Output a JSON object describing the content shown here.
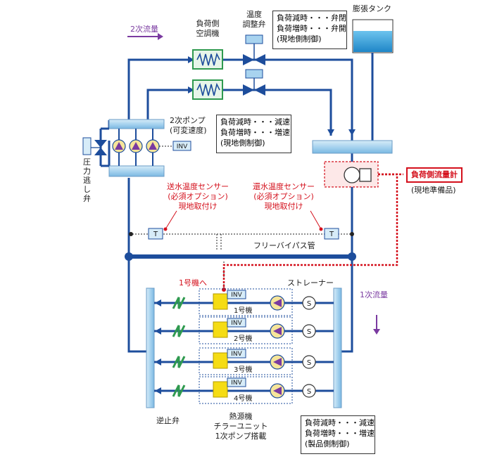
{
  "labels": {
    "expansion_tank": "膨張タンク",
    "ahu": [
      "負荷側",
      "空調機"
    ],
    "temp_valve": [
      "温度",
      "調整弁"
    ],
    "secondary_flow": "2次流量",
    "primary_flow": "1次流量",
    "secondary_pump": [
      "2次ポンプ",
      "(可変速度)"
    ],
    "inv": "INV",
    "relief_valve": "圧力逃し弁",
    "supply_sensor": [
      "送水温度センサー",
      "(必須オプション)",
      "現地取付け"
    ],
    "return_sensor": [
      "還水温度センサー",
      "(必須オプション)",
      "現地取付け"
    ],
    "sensor_symbol": "T",
    "bypass_pipe": "フリーバイパス管",
    "to_unit1": "1号機へ",
    "strainer": "ストレーナー",
    "strainer_symbol": "S",
    "units": [
      "1号機",
      "2号機",
      "3号機",
      "4号機"
    ],
    "check_valve": "逆止弁",
    "chiller": [
      "熱源機",
      "チラーユニット",
      "1次ポンプ搭載"
    ],
    "flowmeter": "負荷側流量計",
    "flowmeter_note": "(現地準備品)"
  },
  "notes": {
    "valve_control": [
      "負荷減時・・・弁閉",
      "負荷増時・・・弁開",
      "(現地側制御)"
    ],
    "pump2_control": [
      "負荷減時・・・減速",
      "負荷増時・・・増速",
      "(現地側制御)"
    ],
    "pump1_control": [
      "負荷減時・・・減速",
      "負荷増時・・・増速",
      "(製品側制御)"
    ]
  },
  "colors": {
    "pipe": "#1d4d9c",
    "branch": "#007a76",
    "coil_green": "#2f9a4f",
    "chiller_yellow": "#f5dc14",
    "purple": "#7a3aa0",
    "red": "#d4101c",
    "water": "#2b9bd8"
  }
}
